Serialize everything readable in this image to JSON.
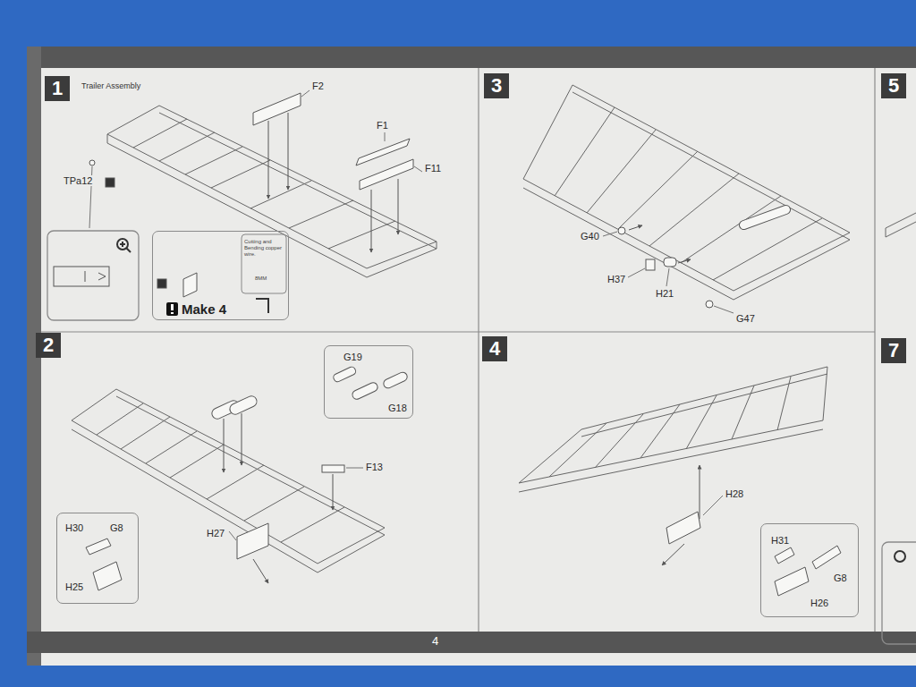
{
  "diagram": {
    "nodes": [
      {
        "text": [
          "1",
          "Trailer Assembly"
        ]
      },
      {
        "text": [
          "Cutting and Bending copper wire.",
          "8MM",
          "Make 4"
        ],
        "in": 0
      },
      {
        "text": [
          "3"
        ]
      },
      {
        "text": [
          "5"
        ]
      },
      {
        "text": [
          "2"
        ]
      },
      {
        "text": [
          "G19",
          "G18"
        ],
        "in": 4
      },
      {
        "text": [
          "H30",
          "G8",
          "H25"
        ],
        "in": 4
      },
      {
        "text": [
          "4"
        ]
      },
      {
        "text": [
          "H31",
          "G8",
          "H26"
        ],
        "in": 7
      },
      {
        "text": [
          "7"
        ]
      }
    ],
    "labels": [
      "F2",
      "F1",
      "F11",
      "TPa12",
      "G40",
      "H37",
      "H21",
      "G47",
      "F13",
      "H27",
      "H28",
      "4"
    ]
  }
}
